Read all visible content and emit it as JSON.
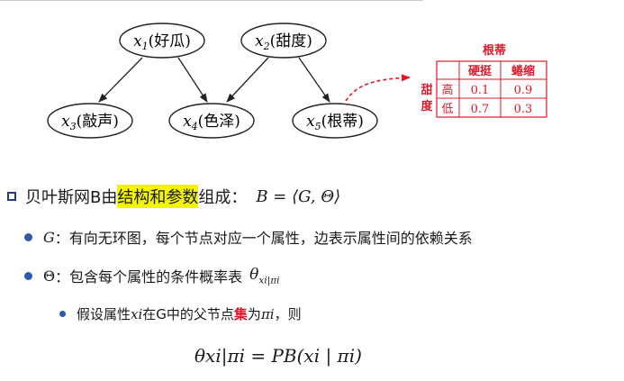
{
  "nodes": {
    "x1": {
      "var": "x",
      "sub": "1",
      "label": "(好瓜)"
    },
    "x2": {
      "var": "x",
      "sub": "2",
      "label": "(甜度)"
    },
    "x3": {
      "var": "x",
      "sub": "3",
      "label": "(敲声)"
    },
    "x4": {
      "var": "x",
      "sub": "4",
      "label": "(色泽)"
    },
    "x5": {
      "var": "x",
      "sub": "5",
      "label": "(根蒂)"
    }
  },
  "cpt": {
    "title": "根蒂",
    "col_headers": [
      "硬挺",
      "蜷缩"
    ],
    "row_var_top": "甜",
    "row_var_bottom": "度",
    "rows": [
      {
        "label": "高",
        "values": [
          "0.1",
          "0.9"
        ]
      },
      {
        "label": "低",
        "values": [
          "0.7",
          "0.3"
        ]
      }
    ]
  },
  "colors": {
    "cpt": "#e0182a",
    "highlight": "#f4f500",
    "bullet": "#2e5aa6",
    "square": "#1f3c88"
  },
  "lines": {
    "l1_pre": "贝叶斯网B由",
    "l1_hl": "结构和参数",
    "l1_post": "组成：",
    "l1_formula": "B = ⟨G, Θ⟩",
    "l2_sym": "G",
    "l2_text": "：有向无环图，每个节点对应一个属性，边表示属性间的依赖关系",
    "l3_sym": "Θ",
    "l3_text": "：包含每个属性的条件概率表",
    "l3_theta": "θ",
    "l3_sub": "xi|πi",
    "l4_pre": "假设属性",
    "l4_var": "xi",
    "l4_mid": "在G中的父节点",
    "l4_red": "集",
    "l4_mid2": "为",
    "l4_pi": "πi",
    "l4_post": "，则",
    "eq": "θxi|πi = PB(xi | πi)"
  }
}
